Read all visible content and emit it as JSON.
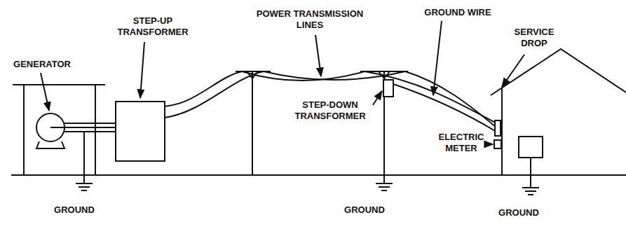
{
  "diagram": {
    "labels": [
      "GENERATOR",
      "STEP-UP TRANSFORMER",
      "POWER TRANSMISSION LINES",
      "GROUND WIRE",
      "SERVICE DROP",
      "STEP-DOWN TRANSFORMER",
      "ELECTRIC METER",
      "GROUND",
      "GROUND",
      "GROUND"
    ]
  }
}
